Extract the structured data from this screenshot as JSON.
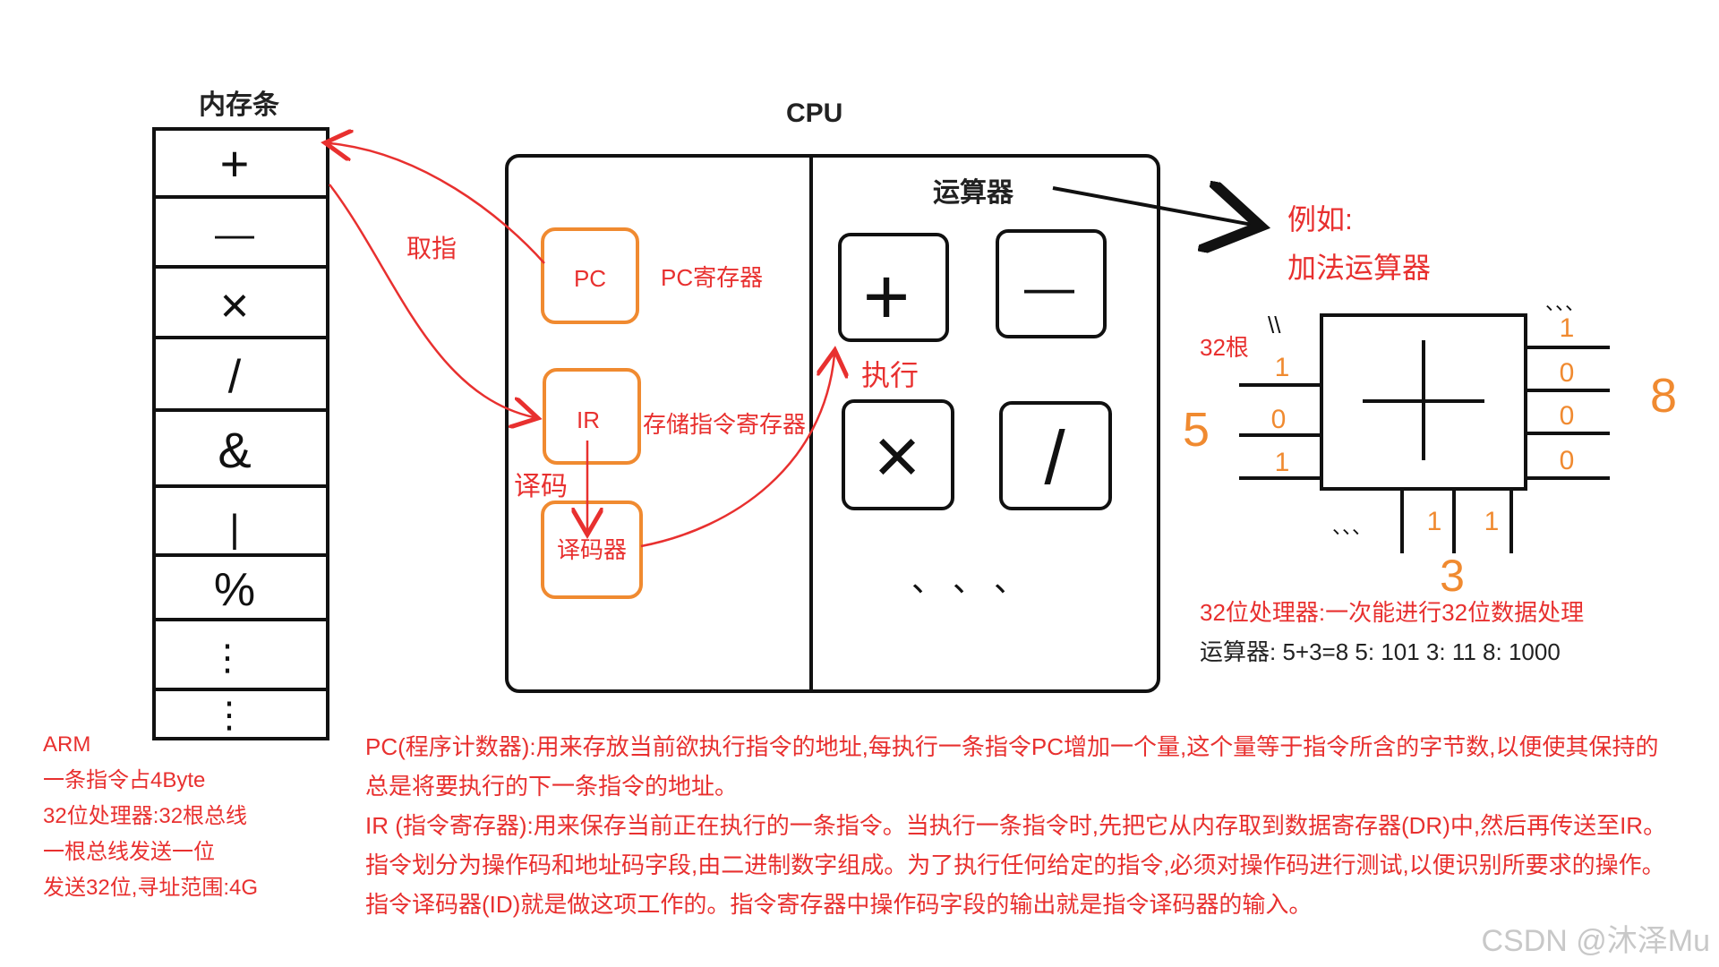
{
  "memory": {
    "title": "内存条",
    "cells": [
      "+",
      "—",
      "×",
      "/",
      "&",
      "|",
      "%",
      "⋮",
      "⋮"
    ]
  },
  "cpu": {
    "title": "CPU",
    "pc_label": "PC",
    "pc_desc": "PC寄存器",
    "ir_label": "IR",
    "ir_desc": "存储指令寄存器",
    "decoder_label": "译码器",
    "alu_title": "运算器",
    "alu_ops": [
      "+",
      "—",
      "×",
      "/"
    ],
    "alu_more": "、 、 、"
  },
  "arrows": {
    "fetch": "取指",
    "decode": "译码",
    "execute": "执行"
  },
  "example": {
    "line1": "例如:",
    "line2": "加法运算器",
    "wires_label": "32根",
    "left_input_value": "5",
    "left_bits": [
      "1",
      "0",
      "1"
    ],
    "bottom_input_value": "3",
    "bottom_bits": [
      "1",
      "1"
    ],
    "right_bits": [
      "1",
      "0",
      "0",
      "0"
    ],
    "right_output_value": "8",
    "top_dots": "、、、",
    "bottom_dots": "、、、",
    "chip_op": "+",
    "note1": "32位处理器:一次能进行32位数据处理",
    "note2": "运算器: 5+3=8 5: 101 3: 11 8: 1000"
  },
  "left_notes": [
    "ARM",
    "一条指令占4Byte",
    "32位处理器:32根总线",
    "一根总线发送一位",
    "发送32位,寻址范围:4G"
  ],
  "bottom_notes": [
    "PC(程序计数器):用来存放当前欲执行指令的地址,每执行一条指令PC增加一个量,这个量等于指令所含的字节数,以便使其保持的总是将要执行的下一条指令的地址。",
    "IR (指令寄存器):用来保存当前正在执行的一条指令。当执行一条指令时,先把它从内存取到数据寄存器(DR)中,然后再传送至IR。指令划分为操作码和地址码字段,由二进制数字组成。为了执行任何给定的指令,必须对操作码进行测试,以便识别所要求的操作。 指令译码器(ID)就是做这项工作的。指令寄存器中操作码字段的输出就是指令译码器的输入。"
  ],
  "watermark": "CSDN @沐泽Mu",
  "colors": {
    "accent": "#e8302f",
    "orange": "#f08a30",
    "ink": "#111111"
  }
}
